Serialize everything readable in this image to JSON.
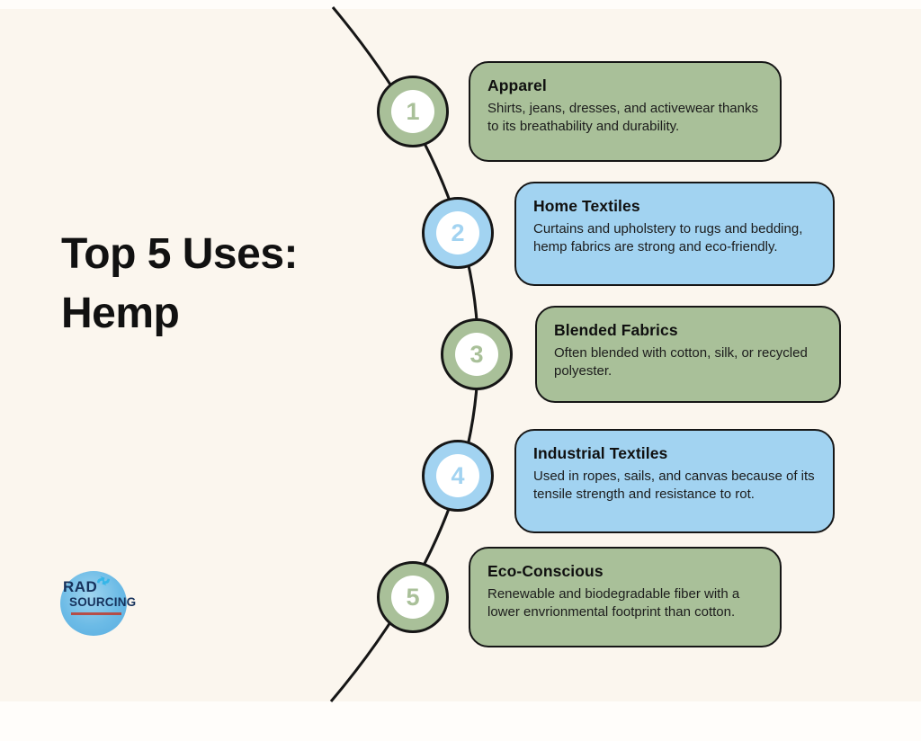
{
  "title": {
    "line1": "Top 5 Uses:",
    "line2": "Hemp"
  },
  "steps": [
    {
      "number": "1",
      "heading": "Apparel",
      "body": "Shirts, jeans, dresses, and activewear thanks to its breathability and durability.",
      "color": "green"
    },
    {
      "number": "2",
      "heading": "Home Textiles",
      "body": "Curtains and upholstery to rugs and bedding, hemp fabrics are strong and eco-friendly.",
      "color": "blue"
    },
    {
      "number": "3",
      "heading": "Blended Fabrics",
      "body": "Often blended with cotton, silk, or recycled polyester.",
      "color": "green"
    },
    {
      "number": "4",
      "heading": "Industrial Textiles",
      "body": "Used in ropes, sails, and canvas because of its tensile strength and resistance to rot.",
      "color": "blue"
    },
    {
      "number": "5",
      "heading": "Eco-Conscious",
      "body": "Renewable and biodegradable fiber with a lower envrionmental footprint than cotton.",
      "color": "green"
    }
  ],
  "logo": {
    "line1": "RAD",
    "line2": "SOURCING"
  },
  "colors": {
    "green": "#a9c099",
    "blue": "#a2d3f1",
    "background": "#fbf6ee",
    "stroke": "#161616",
    "logo_navy": "#16325c",
    "logo_blue": "#57ace0",
    "logo_accent": "#35b6e8",
    "logo_red": "#c0392b"
  }
}
